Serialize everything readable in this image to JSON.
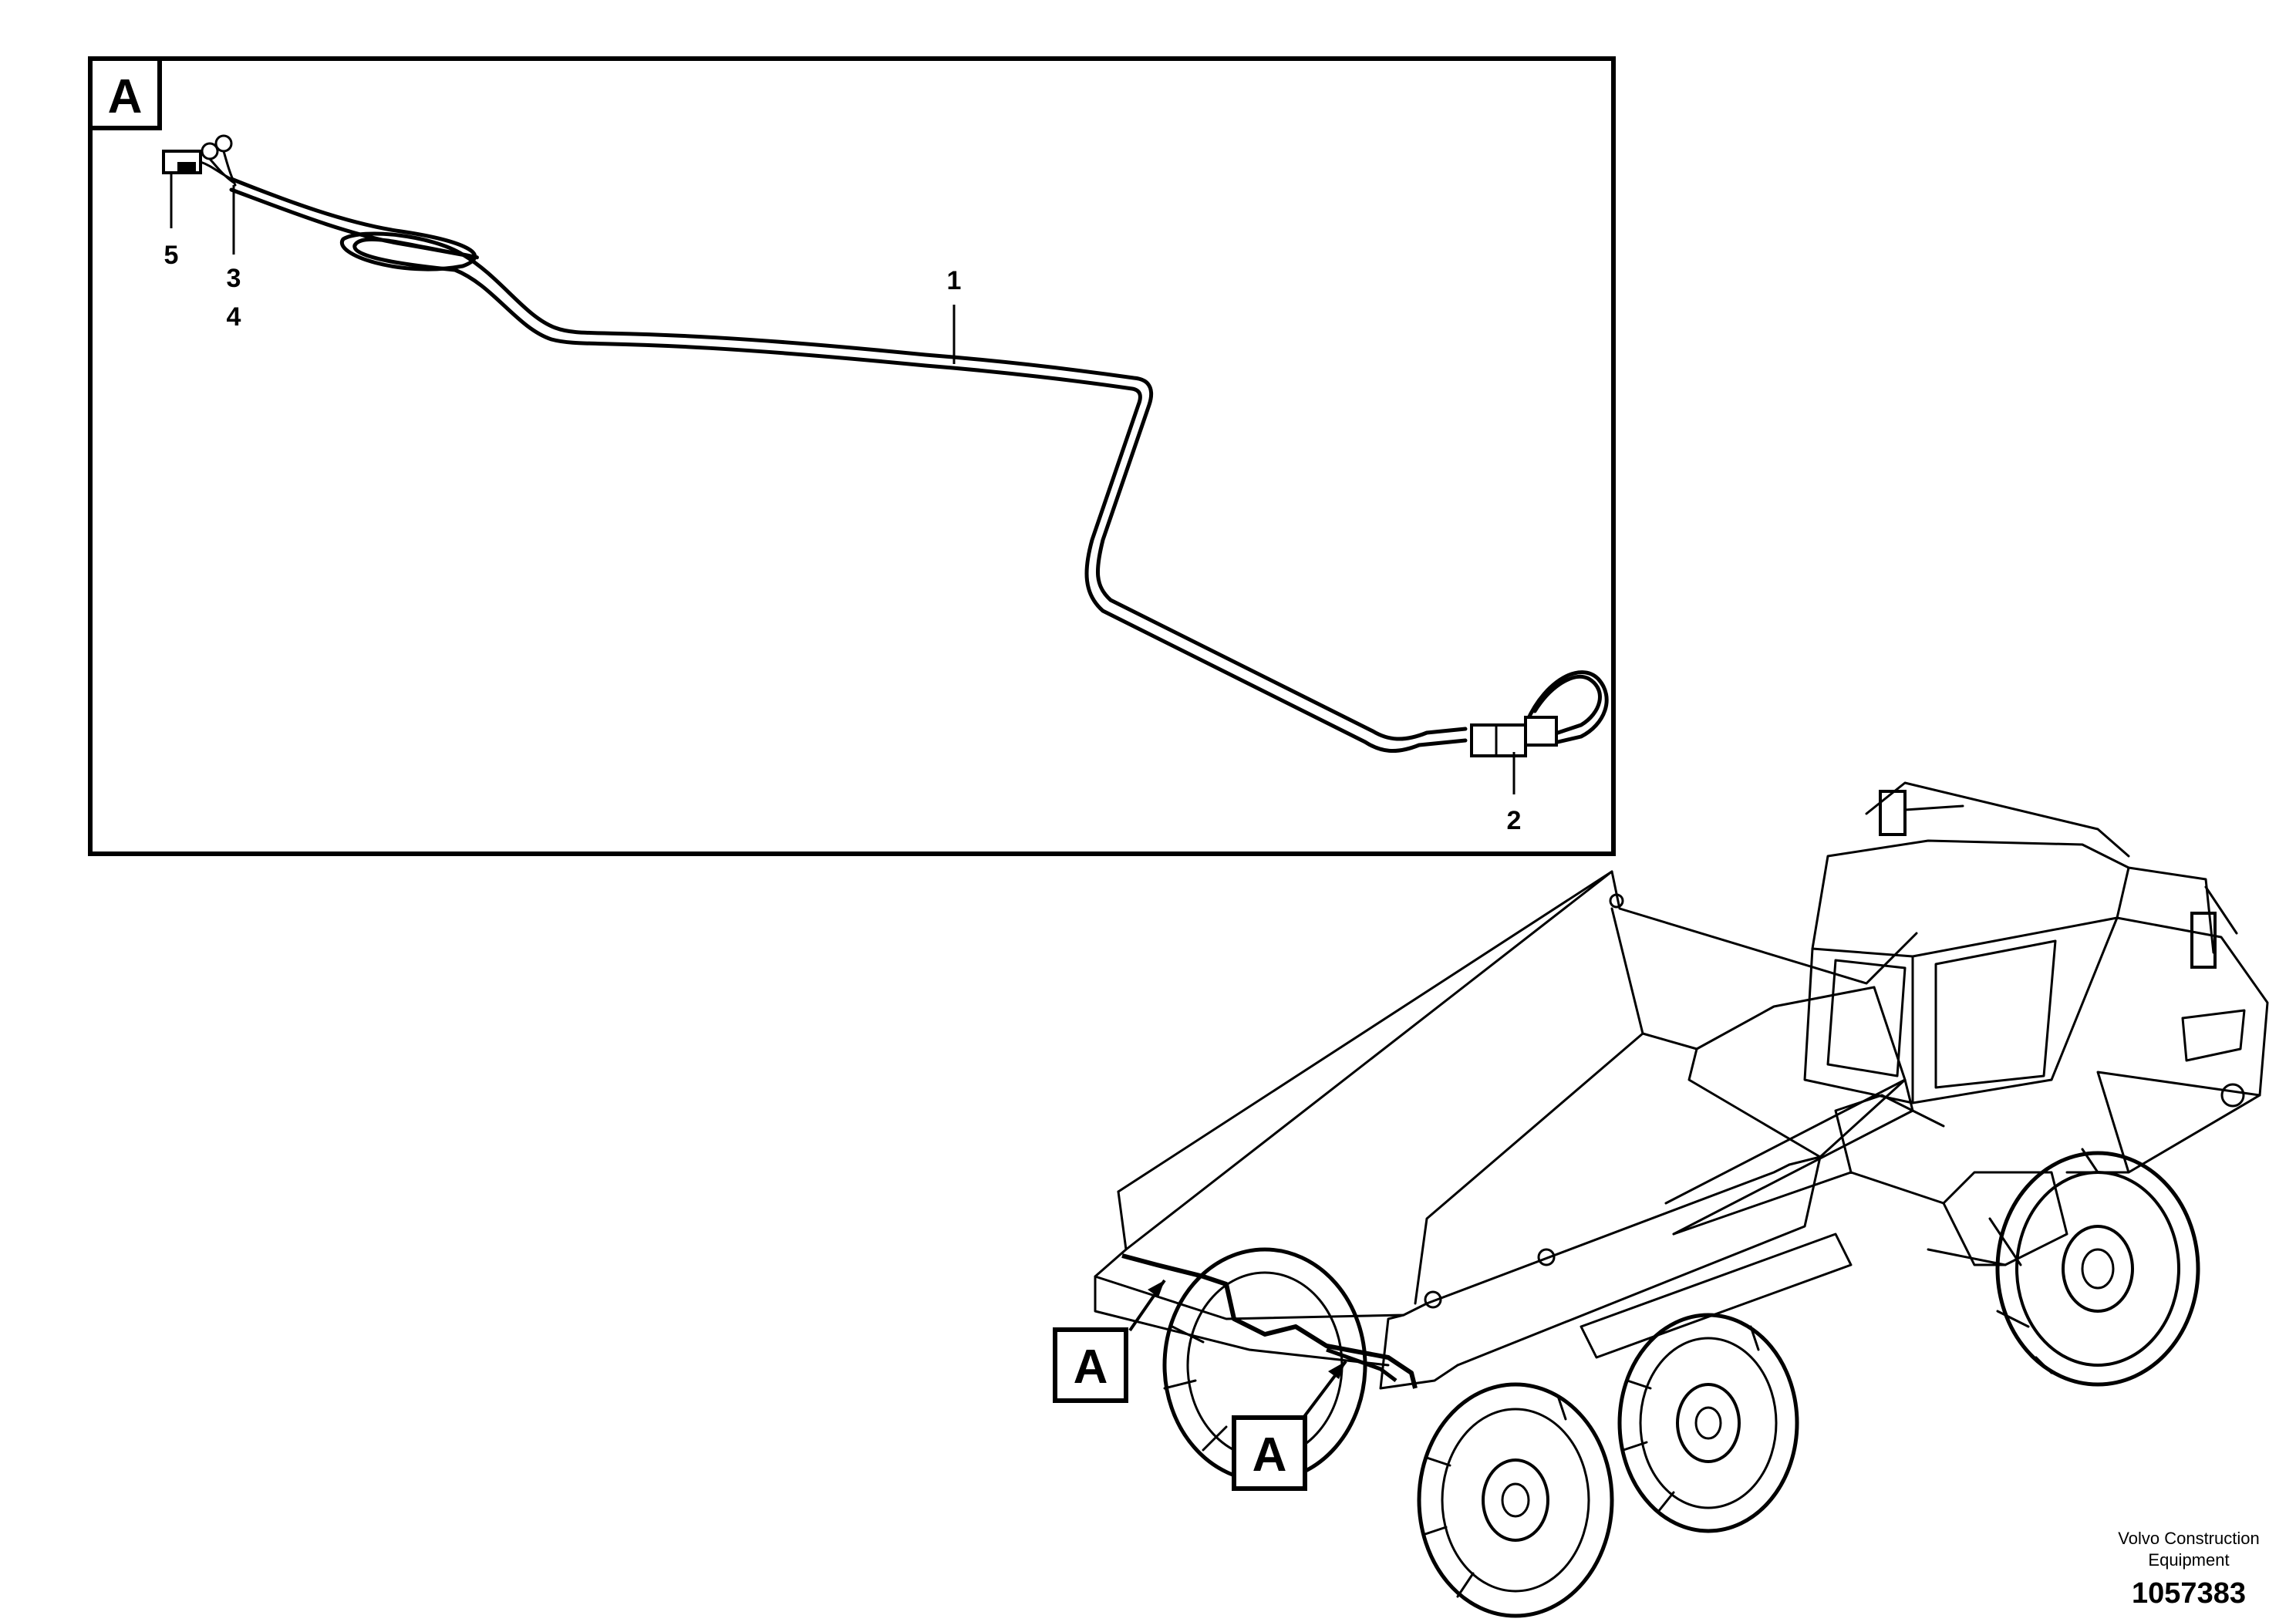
{
  "detail": {
    "label": "A",
    "callouts": {
      "c1": "1",
      "c2": "2",
      "c3": "3",
      "c4": "4",
      "c5": "5"
    }
  },
  "view_markers": [
    "A",
    "A"
  ],
  "footer": {
    "company_line1": "Volvo Construction",
    "company_line2": "Equipment",
    "figure_number": "1057383"
  }
}
